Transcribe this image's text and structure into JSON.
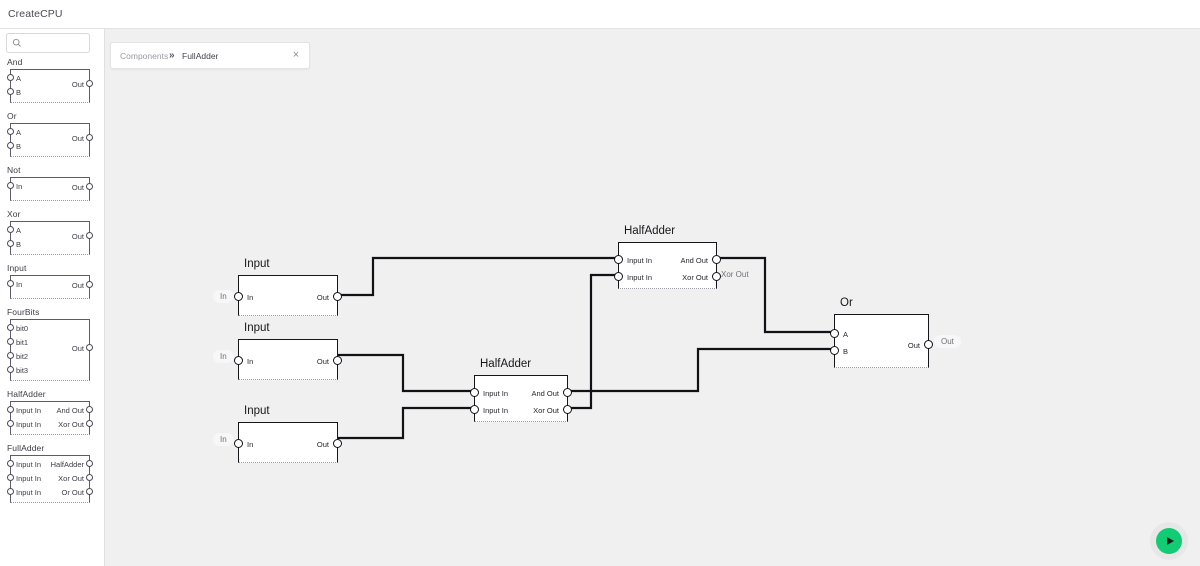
{
  "app": {
    "title": "CreateCPU"
  },
  "search": {
    "value": "",
    "placeholder": "",
    "icon": "search-icon"
  },
  "tab": {
    "root": "Components",
    "separator": "»",
    "leaf": "FullAdder",
    "close": "×"
  },
  "palette": [
    {
      "name": "And",
      "inputs": [
        "A",
        "B"
      ],
      "outputs": [
        "Out"
      ]
    },
    {
      "name": "Or",
      "inputs": [
        "A",
        "B"
      ],
      "outputs": [
        "Out"
      ]
    },
    {
      "name": "Not",
      "inputs": [
        "In"
      ],
      "outputs": [
        "Out"
      ]
    },
    {
      "name": "Xor",
      "inputs": [
        "A",
        "B"
      ],
      "outputs": [
        "Out"
      ]
    },
    {
      "name": "Input",
      "inputs": [
        "In"
      ],
      "outputs": [
        "Out"
      ]
    },
    {
      "name": "FourBits",
      "inputs": [
        "bit0",
        "bit1",
        "bit2",
        "bit3"
      ],
      "outputs": [
        "Out"
      ]
    },
    {
      "name": "HalfAdder",
      "inputs": [
        "Input In",
        "Input In"
      ],
      "outputs": [
        "And Out",
        "Xor Out"
      ]
    },
    {
      "name": "FullAdder",
      "inputs": [
        "Input In",
        "Input In",
        "Input In"
      ],
      "outputs": [
        "HalfAdder",
        "Xor Out",
        "Or Out"
      ]
    }
  ],
  "canvas": {
    "nodes": [
      {
        "id": "input1",
        "title": "Input",
        "in_label": "In",
        "out_label": "Out",
        "ext_left": "In"
      },
      {
        "id": "input2",
        "title": "Input",
        "in_label": "In",
        "out_label": "Out",
        "ext_left": "In"
      },
      {
        "id": "input3",
        "title": "Input",
        "in_label": "In",
        "out_label": "Out",
        "ext_left": "In"
      },
      {
        "id": "halfadder_top",
        "title": "HalfAdder",
        "in1": "Input In",
        "in2": "Input In",
        "out1": "And Out",
        "out2": "Xor Out",
        "ext_out2": "Xor Out"
      },
      {
        "id": "halfadder_bottom",
        "title": "HalfAdder",
        "in1": "Input In",
        "in2": "Input In",
        "out1": "And Out",
        "out2": "Xor Out"
      },
      {
        "id": "or",
        "title": "Or",
        "in1": "A",
        "in2": "B",
        "out1": "Out",
        "ext_out1": "Out"
      }
    ]
  },
  "run_button": {
    "name": "run-button",
    "icon": "play-icon"
  },
  "colors": {
    "accent_green": "#11cc72",
    "canvas_bg": "#f0f0f0",
    "sidebar_bg": "#ffffff",
    "node_stroke": "#15151a",
    "wire": "#111116"
  }
}
